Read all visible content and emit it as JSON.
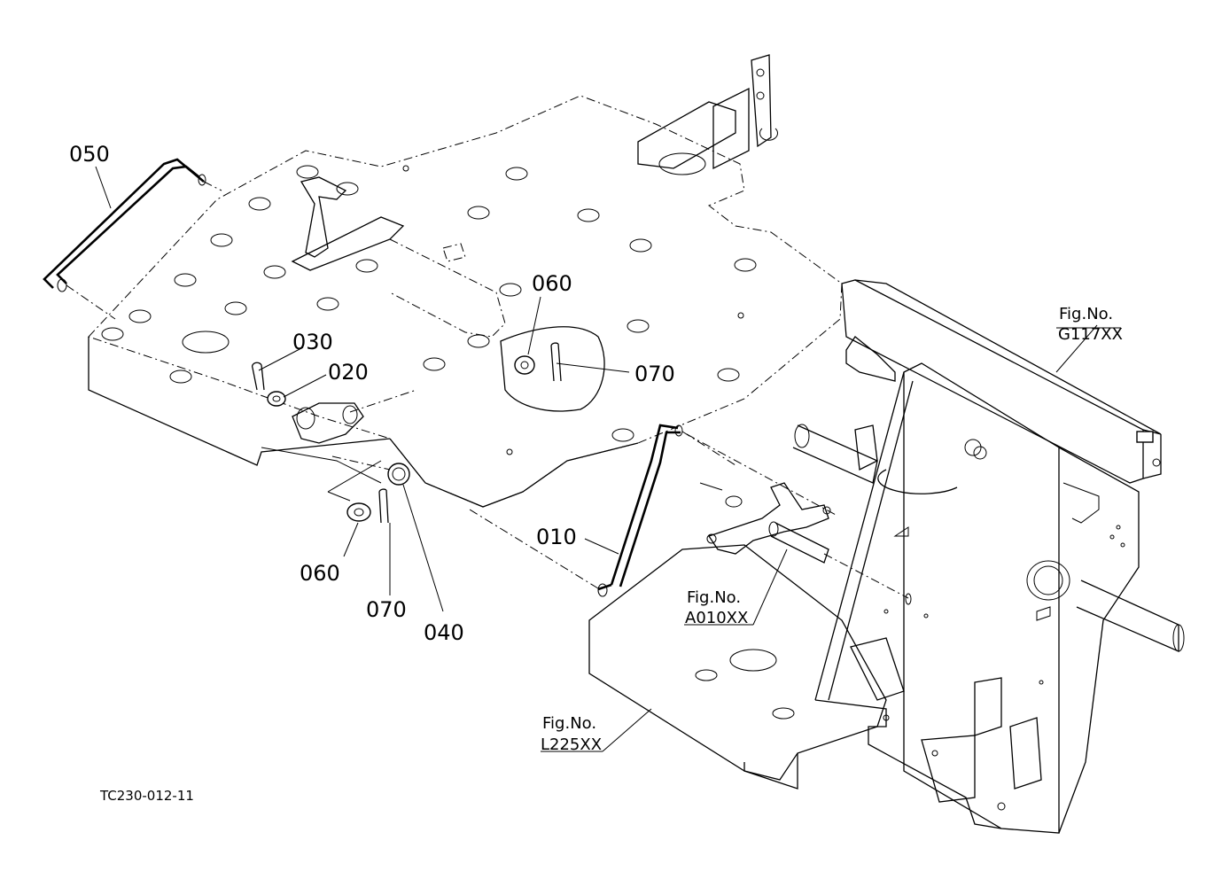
{
  "part_labels": {
    "p050": "050",
    "p060a": "060",
    "p070a": "070",
    "p030": "030",
    "p020": "020",
    "p010": "010",
    "p060b": "060",
    "p070b": "070",
    "p040": "040"
  },
  "figure_refs": {
    "g117_title": "Fig.No.",
    "g117_code": "G117XX",
    "a010_title": "Fig.No.",
    "a010_code": "A010XX",
    "l225_title": "Fig.No.",
    "l225_code": "L225XX"
  },
  "drawing_code": "TC230-012-11"
}
